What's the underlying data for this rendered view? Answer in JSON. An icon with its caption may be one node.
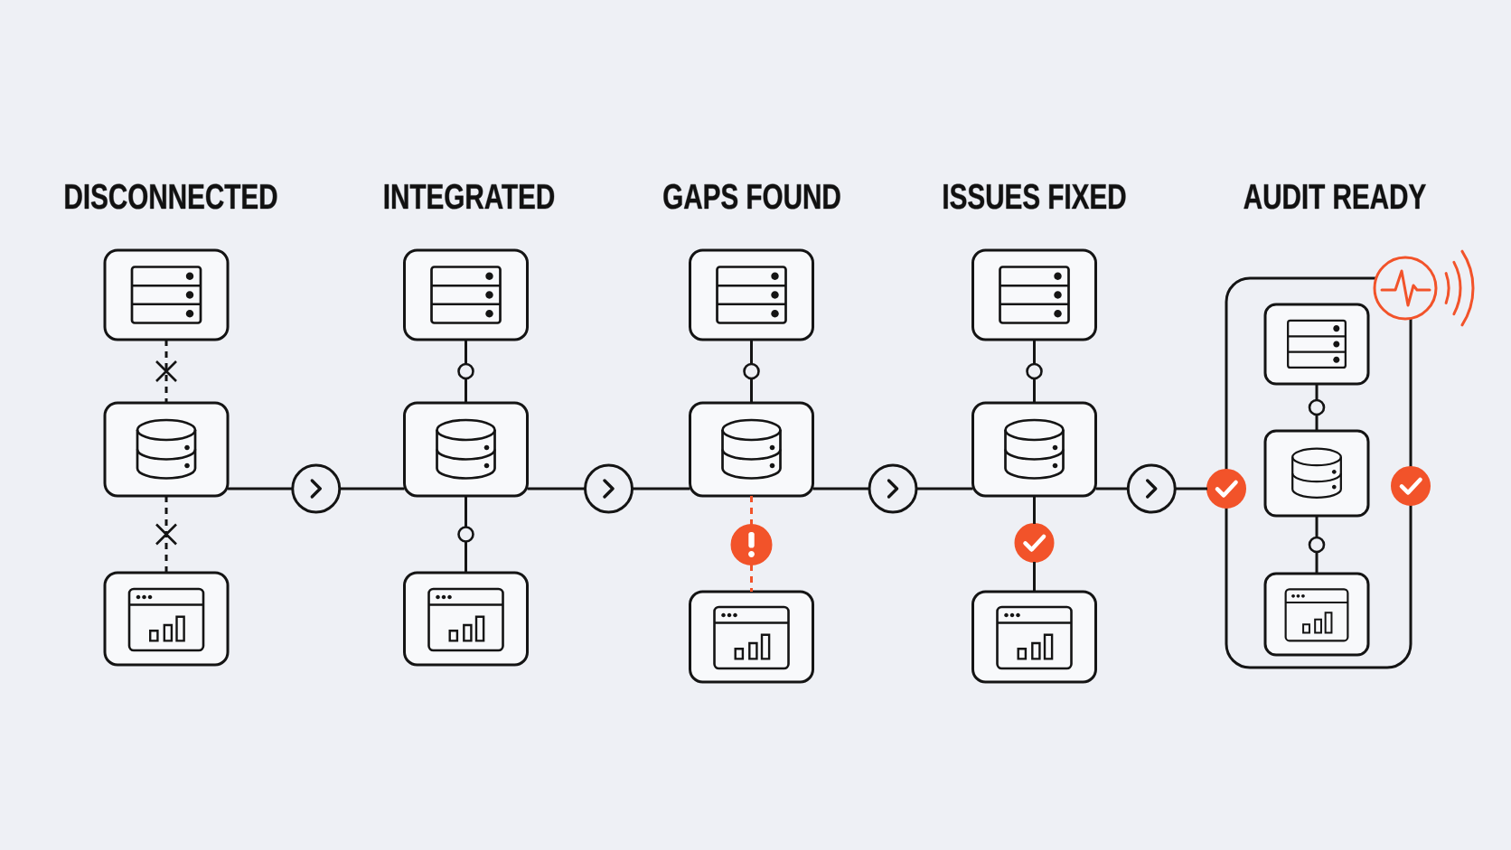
{
  "diagram": {
    "nodes": [
      {
        "text": [],
        "shape": "box"
      },
      {
        "text": [],
        "shape": "box"
      },
      {
        "text": [],
        "shape": "box"
      },
      {
        "text": [],
        "shape": "box"
      },
      {
        "text": [],
        "shape": "box"
      },
      {
        "text": [],
        "shape": "box"
      },
      {
        "text": [],
        "shape": "box"
      },
      {
        "text": [],
        "shape": "box"
      },
      {
        "text": [],
        "shape": "circle"
      },
      {
        "text": [],
        "shape": "box"
      },
      {
        "text": [],
        "shape": "box"
      },
      {
        "text": [],
        "shape": "box"
      },
      {
        "text": [],
        "shape": "circle"
      },
      {
        "text": [],
        "shape": "box"
      },
      {
        "text": [],
        "shape": "box"
      },
      {
        "text": [],
        "shape": "circle"
      },
      {
        "text": [],
        "shape": "box",
        "in": 14
      },
      {
        "text": [],
        "shape": "box",
        "in": 14
      },
      {
        "text": [],
        "shape": "box",
        "in": 14
      },
      {
        "text": [],
        "shape": "circle"
      }
    ],
    "edges": [
      {
        "from": 0,
        "to": 1,
        "arrow": "none",
        "style": "dashed"
      },
      {
        "from": 1,
        "to": 2,
        "arrow": "none",
        "style": "dashed"
      },
      {
        "from": 1,
        "to": 4,
        "arrow": "to"
      },
      {
        "from": 3,
        "to": 4,
        "arrow": "none"
      },
      {
        "from": 4,
        "to": 5,
        "arrow": "none"
      },
      {
        "from": 4,
        "to": 7,
        "arrow": "to"
      },
      {
        "from": 6,
        "to": 7,
        "arrow": "none"
      },
      {
        "from": 7,
        "to": 8,
        "arrow": "none",
        "style": "dashed",
        "color": "#f2532a"
      },
      {
        "from": 8,
        "to": 9,
        "arrow": "none",
        "style": "dashed",
        "color": "#f2532a"
      },
      {
        "from": 7,
        "to": 11,
        "arrow": "to"
      },
      {
        "from": 10,
        "to": 11,
        "arrow": "none"
      },
      {
        "from": 11,
        "to": 12,
        "arrow": "none"
      },
      {
        "from": 12,
        "to": 13,
        "arrow": "none"
      },
      {
        "from": 11,
        "to": 15,
        "arrow": "to"
      },
      {
        "from": 16,
        "to": 17,
        "arrow": "none"
      },
      {
        "from": 17,
        "to": 18,
        "arrow": "none"
      }
    ],
    "labels": [
      "DISCONNECTED",
      "INTEGRATED",
      "GAPS FOUND",
      "ISSUES FIXED",
      "AUDIT READY"
    ]
  }
}
